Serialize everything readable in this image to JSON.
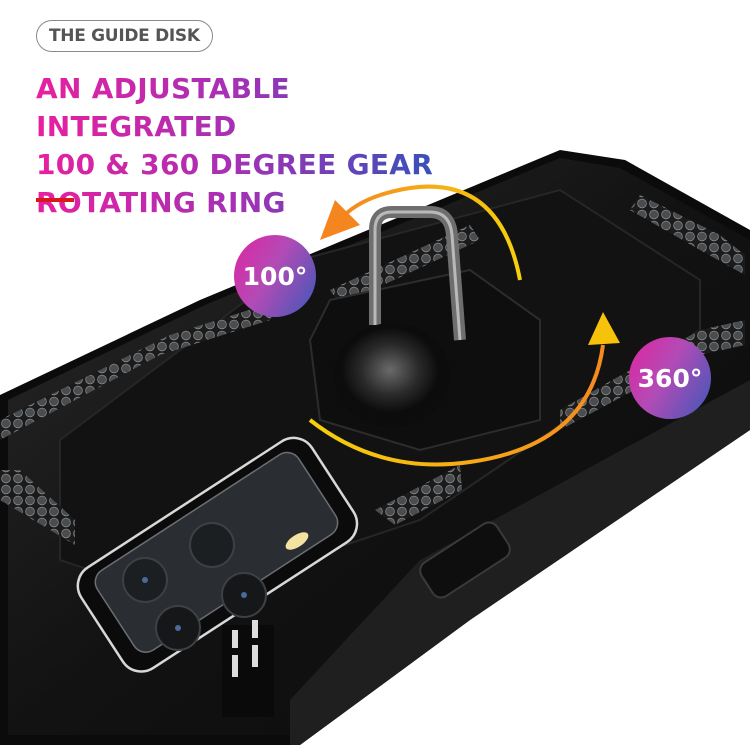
{
  "header": {
    "tag_label": "THE GUIDE DISK",
    "headline_lines": [
      "AN ADJUSTABLE INTEGRATED",
      "100 & 360 DEGREE GEAR",
      "ROTATING RING"
    ]
  },
  "badges": {
    "tilt": "100°",
    "rotate": "360°"
  },
  "colors": {
    "gradient_start": "#e8209f",
    "gradient_mid": "#a431b5",
    "gradient_end": "#2c56b3",
    "accent_bar": "#d7191c",
    "arrow_yellow": "#f6c20a",
    "arrow_orange": "#f5861f",
    "case_black": "#141414"
  },
  "product": {
    "icons": [
      "phone-case",
      "rotating-ring-stand",
      "camera-module",
      "rotation-arrow"
    ]
  }
}
